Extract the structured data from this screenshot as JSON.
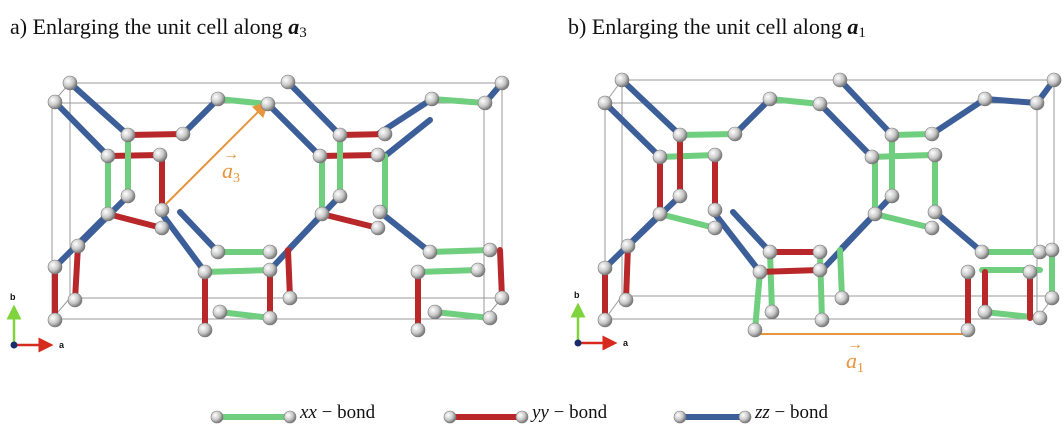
{
  "panels": [
    {
      "id": "a",
      "title_prefix": "a) Enlarging the unit cell along ",
      "vec_letter": "a",
      "vec_index": "3",
      "vector_label_letter": "a",
      "vector_label_index": "3"
    },
    {
      "id": "b",
      "title_prefix": "b) Enlarging the unit cell along ",
      "vec_letter": "a",
      "vec_index": "1",
      "vector_label_letter": "a",
      "vector_label_index": "1"
    }
  ],
  "axes": {
    "vertical": "b",
    "horizontal": "a"
  },
  "legend": [
    {
      "symbol": "xx",
      "suffix": " − bond",
      "color": "#6fcf7e"
    },
    {
      "symbol": "yy",
      "suffix": " − bond",
      "color": "#b8282a"
    },
    {
      "symbol": "zz",
      "suffix": " − bond",
      "color": "#3c5e99"
    }
  ],
  "colors": {
    "xx": "#6fcf7e",
    "yy": "#b8282a",
    "zz": "#3c5e99",
    "vector": "#e8953c",
    "atom": "#c8c8c8"
  }
}
